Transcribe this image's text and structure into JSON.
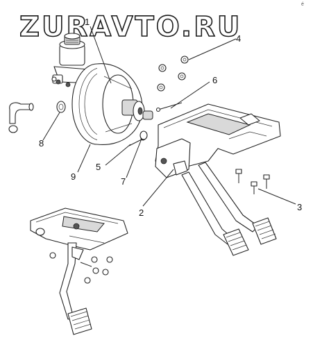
{
  "watermark": "ZURAVTO.RU",
  "corner_mark": "é",
  "callouts": {
    "c1": "1",
    "c2": "2",
    "c3": "3",
    "c4": "4",
    "c5": "5",
    "c6": "6",
    "c7": "7",
    "c8": "8",
    "c9": "9"
  }
}
